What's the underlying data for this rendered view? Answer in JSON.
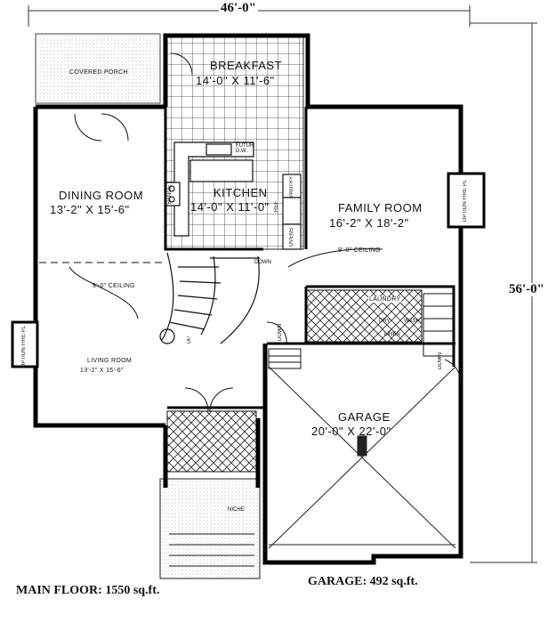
{
  "dimensions": {
    "width": "46'-0\"",
    "depth": "56'-0\""
  },
  "rooms": {
    "covered_porch": {
      "name": "COVERED PORCH"
    },
    "breakfast": {
      "name": "BREAKFAST",
      "size": "14'-0\" X 11'-6\""
    },
    "kitchen": {
      "name": "KITCHEN",
      "size": "14'-0\" X 11'-0\""
    },
    "dining": {
      "name": "DINING ROOM",
      "size": "13'-2\" X 15'-6\""
    },
    "living": {
      "name": "LIVING ROOM",
      "size": "13'-2\" X 15'-6\""
    },
    "family": {
      "name": "FAMILY ROOM",
      "size": "16'-2\" X 18'-2\""
    },
    "garage": {
      "name": "GARAGE",
      "size": "20'-0\" X 22'-0\""
    },
    "laundry": {
      "name": "LAUNDRY"
    }
  },
  "notes": {
    "ceiling_dining": "9'-0\" CEILING",
    "ceiling_family": "9'-0\" CEILING",
    "niche": "NICHE",
    "stair_down": "DOWN",
    "stair_up": "UP",
    "garage_down": "DOWN",
    "side_down": "DOWN",
    "fire_right": "OPTION FIRE PL",
    "fire_left": "OPTION FIRE PL",
    "pantry": "PANTRY",
    "ovens": "OVENS",
    "ref": "REF",
    "dw": "FUTUR D.W.",
    "range": "RANGE",
    "dry": "DRY",
    "wash": "WASH",
    "linen": "LINEN"
  },
  "areas": {
    "main_floor": "MAIN FLOOR: 1550 sq.ft.",
    "garage": "GARAGE: 492 sq.ft."
  }
}
